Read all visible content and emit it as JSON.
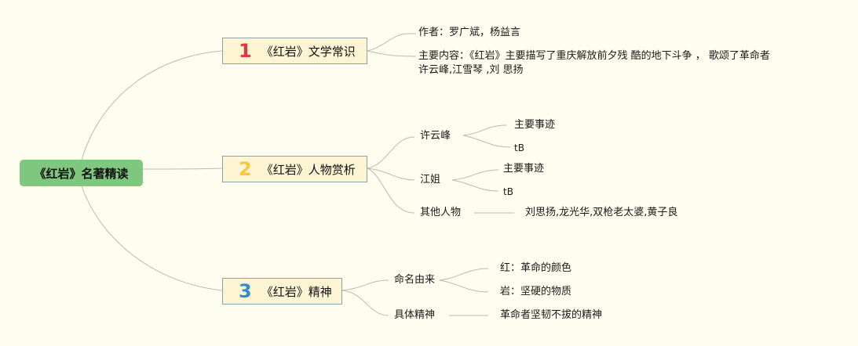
{
  "root": {
    "label": "《红岩》名著精读"
  },
  "branches": [
    {
      "number": "1",
      "label": "《红岩》文学常识",
      "children": [
        {
          "label": "作者：罗广斌，杨益言"
        },
        {
          "label_line1": "主要内容：《红岩》主要描写了重庆解放前夕残 酷的地下斗争 ， 歌颂了革命者",
          "label_line2": "许云峰,江雪琴 ,刘 思扬"
        }
      ]
    },
    {
      "number": "2",
      "label": "《红岩》人物赏析",
      "children": [
        {
          "label": "许云峰",
          "children": [
            {
              "label": "主要事迹"
            },
            {
              "label": "tB"
            }
          ]
        },
        {
          "label": "江姐",
          "children": [
            {
              "label": "主要事迹"
            },
            {
              "label": "tB"
            }
          ]
        },
        {
          "label": "其他人物",
          "children": [
            {
              "label": "刘思扬,龙光华,双枪老太婆,黄子良"
            }
          ]
        }
      ]
    },
    {
      "number": "3",
      "label": "《红岩》精神",
      "children": [
        {
          "label": "命名由来",
          "children": [
            {
              "label": "红：革命的颜色"
            },
            {
              "label": "岩：坚硬的物质"
            }
          ]
        },
        {
          "label": "具体精神",
          "children": [
            {
              "label": "革命者坚韧不拔的精神"
            }
          ]
        }
      ]
    }
  ],
  "colors": {
    "background": "#fdfdf0",
    "root": "#7fc67e",
    "branch": "#fdf4d4",
    "num1": "#e03a3e",
    "num2": "#f5c842",
    "num3": "#2f8fce"
  }
}
